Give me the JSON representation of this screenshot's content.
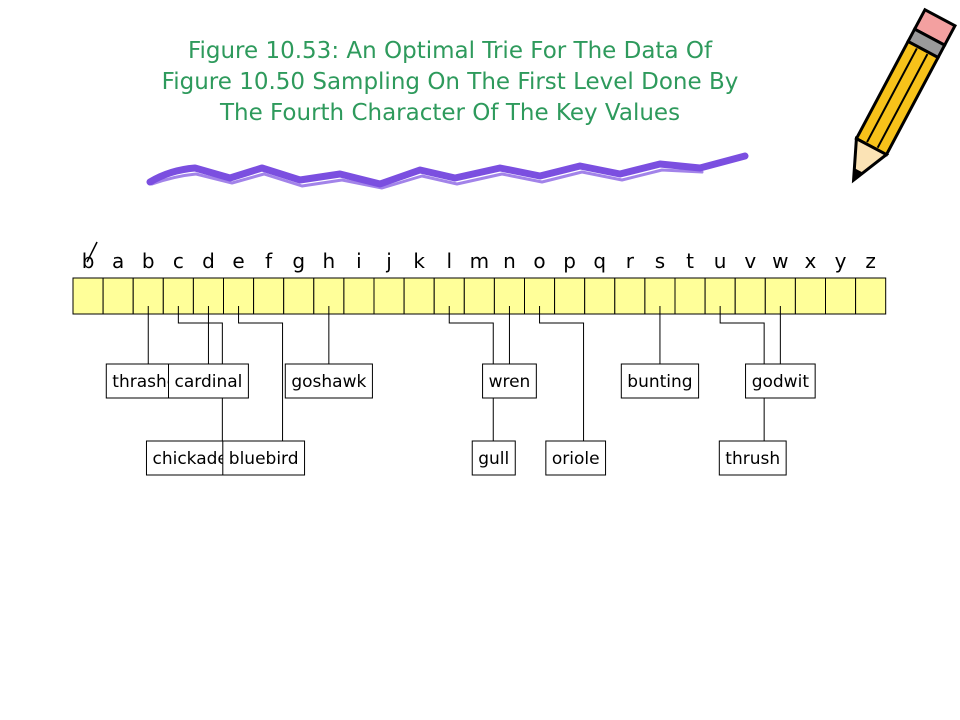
{
  "title": {
    "lines": [
      "Figure 10.53: An Optimal Trie For The Data Of",
      "Figure 10.50 Sampling On The First Level Done By",
      "The Fourth Character Of The Key Values"
    ]
  },
  "letters": [
    "b",
    "a",
    "b",
    "c",
    "d",
    "e",
    "f",
    "g",
    "h",
    "i",
    "j",
    "k",
    "l",
    "m",
    "n",
    "o",
    "p",
    "q",
    "r",
    "s",
    "t",
    "u",
    "v",
    "w",
    "x",
    "y",
    "z"
  ],
  "nodes": [
    {
      "label": "thrasher",
      "slot": 2
    },
    {
      "label": "chickadee",
      "slot": 3
    },
    {
      "label": "cardinal",
      "slot": 4
    },
    {
      "label": "bluebird",
      "slot": 5
    },
    {
      "label": "goshawk",
      "slot": 8
    },
    {
      "label": "gull",
      "slot": 12
    },
    {
      "label": "wren",
      "slot": 14
    },
    {
      "label": "oriole",
      "slot": 15
    },
    {
      "label": "bunting",
      "slot": 19
    },
    {
      "label": "thrush",
      "slot": 21
    },
    {
      "label": "godwit",
      "slot": 23
    }
  ],
  "colors": {
    "title": "#2e9a5c",
    "cell_fill": "#ffff99",
    "brush_stroke": "#7b4fe0"
  }
}
